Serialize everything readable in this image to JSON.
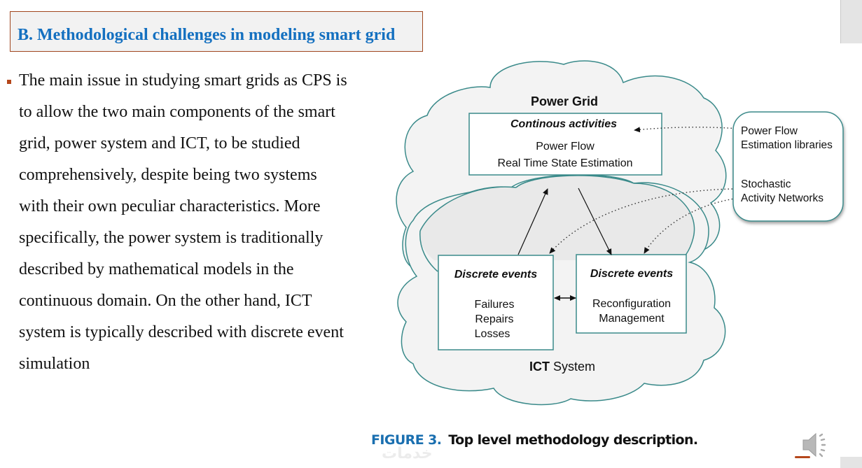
{
  "slide": {
    "title": "B. Methodological challenges in modeling smart grid",
    "bullet_lines": [
      "The main issue in studying smart grids as CPS is",
      "to allow the two main components of the smart",
      "grid, power system and ICT, to be studied",
      "comprehensively, despite being two systems",
      "with their own peculiar characteristics. More",
      "specifically, the power system is traditionally",
      "described by mathematical models in the",
      "continuous domain. On the other hand, ICT",
      "system is typically described with discrete event",
      "simulation"
    ]
  },
  "figure": {
    "power_grid_label": "Power Grid",
    "continuous_box": {
      "heading": "Continous activities",
      "lines": [
        "Power Flow",
        "Real Time State Estimation"
      ]
    },
    "discrete_left": {
      "heading": "Discrete events",
      "lines": [
        "Failures",
        "Repairs",
        "Losses"
      ]
    },
    "discrete_right": {
      "heading": "Discrete events",
      "lines": [
        "Reconfiguration",
        "Management"
      ]
    },
    "ict_label_bold": "ICT",
    "ict_label_rest": " System",
    "libraries_box": {
      "group1": [
        "Power Flow",
        "Estimation libraries"
      ],
      "group2": [
        "Stochastic",
        "Activity Networks"
      ]
    },
    "caption_number": "FIGURE 3.",
    "caption_text": "Top level methodology description."
  },
  "watermark_text": "خدمات",
  "colors": {
    "title_text": "#1470c0",
    "title_border": "#a0461e",
    "bullet": "#b5471b",
    "cloud_stroke": "#3a8a8a",
    "caption_number": "#1a6fb0"
  },
  "icons": {
    "speaker": "speaker-icon"
  }
}
